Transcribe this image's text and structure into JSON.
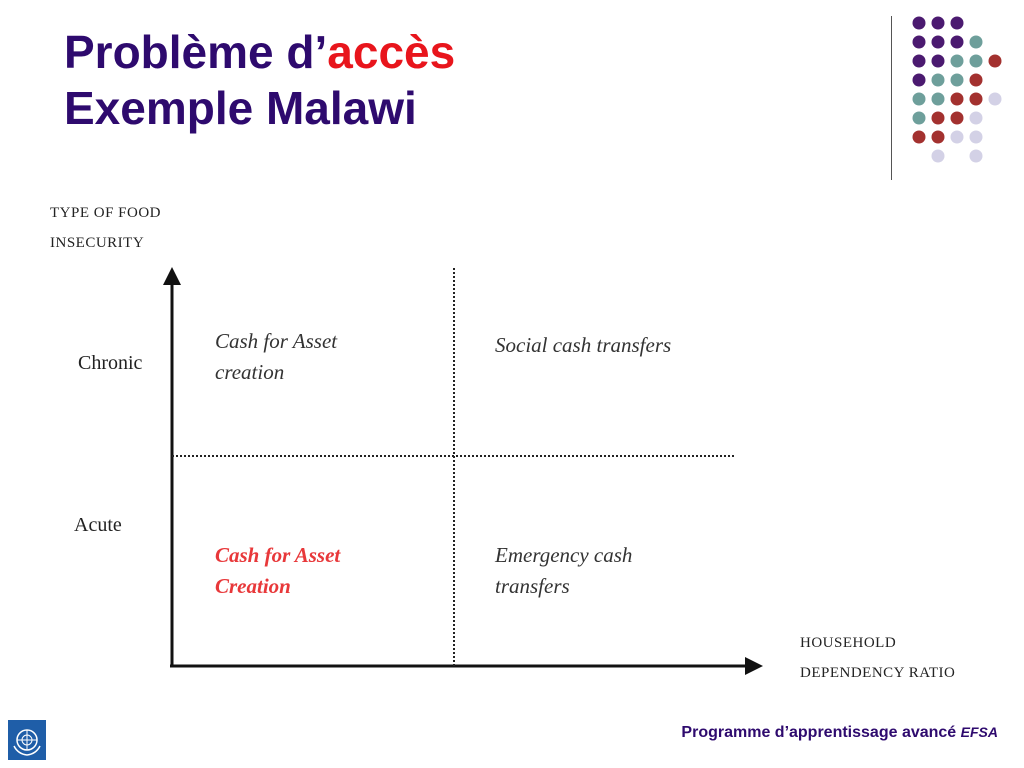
{
  "slide": {
    "title_part1": "Problème d’",
    "title_accent": "accès",
    "title_line2": "Exemple Malawi",
    "footer_text": "Programme d’apprentissage avancé",
    "footer_tag": "EFSA"
  },
  "colors": {
    "title": "#2e0a6e",
    "accent": "#e8151c",
    "dot_purple": "#4b1a70",
    "dot_teal": "#6e9f9b",
    "dot_red": "#a3312f",
    "dot_lavender": "#d3d1e6",
    "logo_blue": "#1f5ea8"
  },
  "decoration": {
    "dot_grid": [
      [
        "purple",
        "purple",
        "purple",
        null,
        null
      ],
      [
        "purple",
        "purple",
        "purple",
        "teal",
        null
      ],
      [
        "purple",
        "purple",
        "teal",
        "teal",
        "red"
      ],
      [
        "purple",
        "teal",
        "teal",
        "red",
        null
      ],
      [
        "teal",
        "teal",
        "red",
        "red",
        "lavender"
      ],
      [
        "teal",
        "red",
        "red",
        "lavender",
        null
      ],
      [
        "red",
        "red",
        "lavender",
        "lavender",
        null
      ],
      [
        null,
        "lavender",
        null,
        "lavender",
        null
      ]
    ]
  },
  "diagram": {
    "y_axis_title": [
      "TYPE OF FOOD",
      "INSECURITY"
    ],
    "x_axis_title": [
      "HOUSEHOLD",
      "DEPENDENCY RATIO"
    ],
    "rows": [
      "Chronic",
      "Acute"
    ],
    "cells": {
      "chronic_low": [
        "Cash for Asset",
        "creation"
      ],
      "chronic_high": [
        "Social cash transfers"
      ],
      "acute_low": [
        "Cash for Asset",
        "Creation"
      ],
      "acute_high": [
        "Emergency cash",
        "transfers"
      ]
    },
    "highlight_cell": "acute_low"
  }
}
